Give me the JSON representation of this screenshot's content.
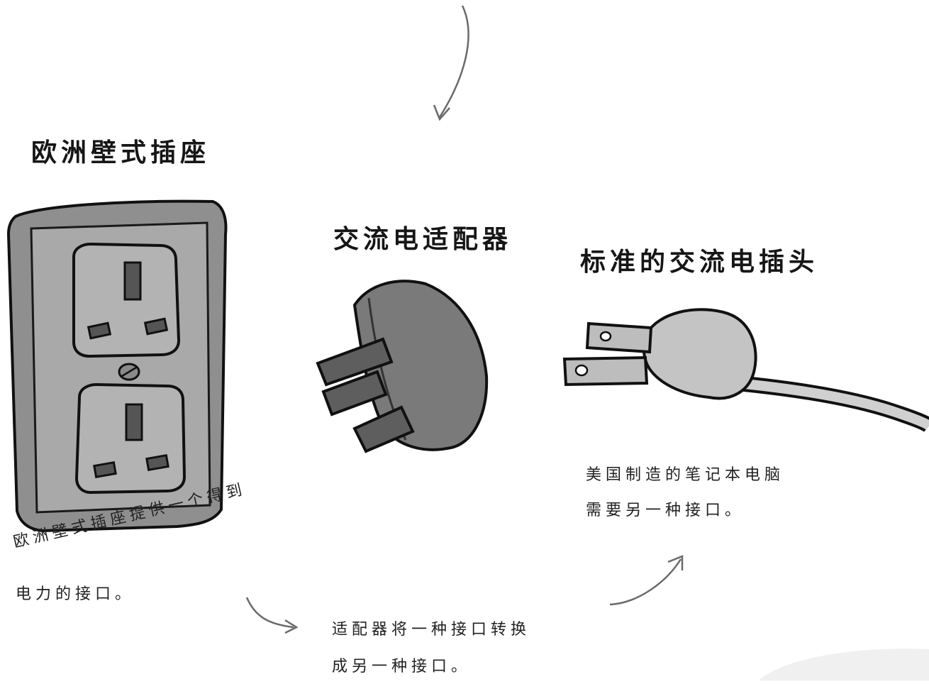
{
  "labels": {
    "outlet_title": "欧洲壁式插座",
    "adapter_title": "交流电适配器",
    "plug_title": "标准的交流电插头"
  },
  "notes": {
    "outlet_line1": "欧洲壁式插座提供一个得到",
    "outlet_line2": "电力的接口。",
    "adapter_line1": "适配器将一种接口转换",
    "adapter_line2": "成另一种接口。",
    "plug_line1": "美国制造的笔记本电脑",
    "plug_line2": "需要另一种接口。"
  },
  "colors": {
    "ink": "#1a1a1a",
    "outlet_face": "#a9a9a9",
    "outlet_dark": "#6e6e6e",
    "adapter_body": "#7a7a7a",
    "plug_body": "#c4c4c4",
    "arrow": "#6a6a6a"
  },
  "icons": [
    "wall-outlet-icon",
    "ac-adapter-icon",
    "ac-plug-icon"
  ]
}
